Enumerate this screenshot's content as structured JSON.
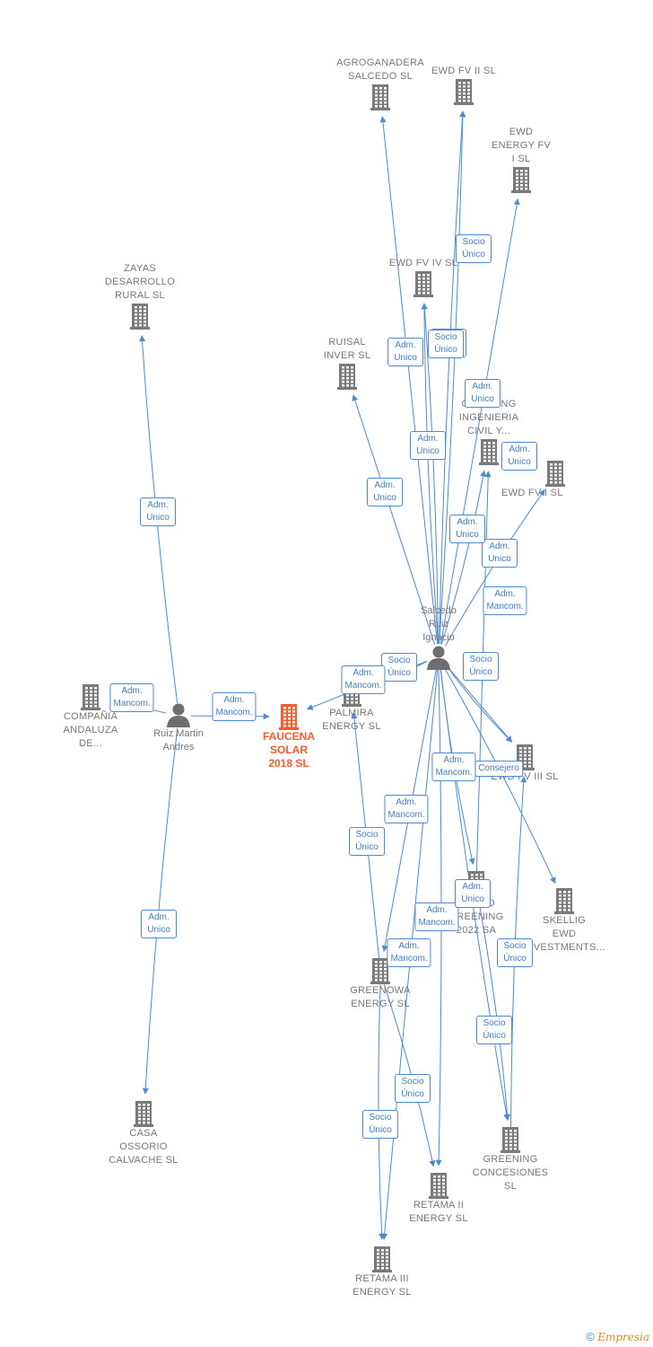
{
  "colors": {
    "edge": "#4a8ad8",
    "building": "#7a7a7a",
    "focus": "#ff5a2b",
    "person": "#6e6e6e"
  },
  "nodes": [
    {
      "id": "agroganadera",
      "type": "company",
      "label": "AGROGANADERA\nSALCEDO SL"
    },
    {
      "id": "ewdfv2",
      "type": "company",
      "label": "EWD FV II  SL"
    },
    {
      "id": "ewdenergyfv1",
      "type": "company",
      "label": "EWD\nENERGY FV\nI  SL"
    },
    {
      "id": "zayas",
      "type": "company",
      "label": "ZAYAS\nDESARROLLO\nRURAL  SL"
    },
    {
      "id": "ewdfv4",
      "type": "company",
      "label": "EWD FV IV  SL"
    },
    {
      "id": "ruisal",
      "type": "company",
      "label": "RUISAL\nINVER  SL"
    },
    {
      "id": "greening_ing",
      "type": "company",
      "label": "GREENING\nINGENIERIA\nCIVIL Y..."
    },
    {
      "id": "ewdfv1",
      "type": "company",
      "label": "EWD FV I  SL"
    },
    {
      "id": "salcedo",
      "type": "person",
      "label": "Salcedo\nRuiz\nIgnacio"
    },
    {
      "id": "compania",
      "type": "company",
      "label": "COMPAÑIA\nANDALUZA\nDE..."
    },
    {
      "id": "ruizmartin",
      "type": "person",
      "label": "Ruiz Martin\nAndres"
    },
    {
      "id": "faucena",
      "type": "focus",
      "label": "FAUCENA\nSOLAR\n2018  SL"
    },
    {
      "id": "palmira",
      "type": "company",
      "label": "PALMIRA\nENERGY  SL"
    },
    {
      "id": "ewdfv3",
      "type": "company",
      "label": "EWD FV III  SL"
    },
    {
      "id": "skellig",
      "type": "company",
      "label": "SKELLIG\nEWD\nINVESTMENTS..."
    },
    {
      "id": "grupo",
      "type": "company",
      "label": "GRUPO\nGREENING\n2022 SA"
    },
    {
      "id": "greenowa",
      "type": "company",
      "label": "GREENOWA\nENERGY  SL"
    },
    {
      "id": "casaossorio",
      "type": "company",
      "label": "CASA\nOSSORIO\nCALVACHE  SL"
    },
    {
      "id": "greeningconc",
      "type": "company",
      "label": "GREENING\nCONCESIONES\nSL"
    },
    {
      "id": "retama2",
      "type": "company",
      "label": "RETAMA II\nENERGY  SL"
    },
    {
      "id": "retama3",
      "type": "company",
      "label": "RETAMA III\nENERGY  SL"
    }
  ],
  "edges": [
    {
      "from": "ruizmartin",
      "to": "zayas",
      "label": "Adm.\nUnico"
    },
    {
      "from": "ruizmartin",
      "to": "compania",
      "label": "Adm.\nMancom."
    },
    {
      "from": "ruizmartin",
      "to": "faucena",
      "label": "Adm.\nMancom."
    },
    {
      "from": "ruizmartin",
      "to": "casaossorio",
      "label": "Adm.\nUnico"
    },
    {
      "from": "salcedo",
      "to": "agroganadera",
      "label": "Adm.\nUnico"
    },
    {
      "from": "salcedo",
      "to": "ewdfv2",
      "label": "Socio\nÚnico"
    },
    {
      "from": "salcedo",
      "to": "ewdfv2",
      "label": "Adm.\nUnico"
    },
    {
      "from": "salcedo",
      "to": "ewdenergyfv1",
      "label": "Adm.\nUnico"
    },
    {
      "from": "salcedo",
      "to": "ewdfv4",
      "label": "Socio\nÚnico"
    },
    {
      "from": "salcedo",
      "to": "ewdfv4",
      "label": "Adm.\nUnico"
    },
    {
      "from": "salcedo",
      "to": "ruisal",
      "label": "Adm.\nUnico"
    },
    {
      "from": "salcedo",
      "to": "greening_ing",
      "label": "Adm.\nUnico"
    },
    {
      "from": "salcedo",
      "to": "ewdfv1",
      "label": "Socio\nÚnico"
    },
    {
      "from": "salcedo",
      "to": "faucena",
      "label": "Adm.\nMancom."
    },
    {
      "from": "salcedo",
      "to": "palmira",
      "label": "Adm.\nMancom."
    },
    {
      "from": "salcedo",
      "to": "ewdfv3",
      "label": "Socio\nÚnico"
    },
    {
      "from": "salcedo",
      "to": "ewdfv3",
      "label": "Adm.\nUnico"
    },
    {
      "from": "salcedo",
      "to": "skellig",
      "label": "Consejero"
    },
    {
      "from": "salcedo",
      "to": "grupo",
      "label": "Adm.\nMancom."
    },
    {
      "from": "salcedo",
      "to": "greenowa",
      "label": "Adm.\nMancom."
    },
    {
      "from": "salcedo",
      "to": "retama2",
      "label": "Adm.\nMancom."
    },
    {
      "from": "salcedo",
      "to": "greeningconc",
      "label": "Adm.\nUnico"
    },
    {
      "from": "grupo",
      "to": "greening_ing",
      "label": "Adm.\nUnico"
    },
    {
      "from": "grupo",
      "to": "greeningconc",
      "label": "Socio\nÚnico"
    },
    {
      "from": "greeningconc",
      "to": "ewdfv3",
      "label": "Socio\nÚnico"
    },
    {
      "from": "greenowa",
      "to": "palmira",
      "label": "Socio\nÚnico"
    },
    {
      "from": "greenowa",
      "to": "retama2",
      "label": "Socio\nÚnico"
    },
    {
      "from": "greenowa",
      "to": "retama3",
      "label": "Socio\nÚnico"
    },
    {
      "from": "salcedo",
      "to": "retama3",
      "label": "Adm.\nMancom."
    }
  ],
  "footer": {
    "copyright": "©",
    "brand": "Empresia"
  }
}
